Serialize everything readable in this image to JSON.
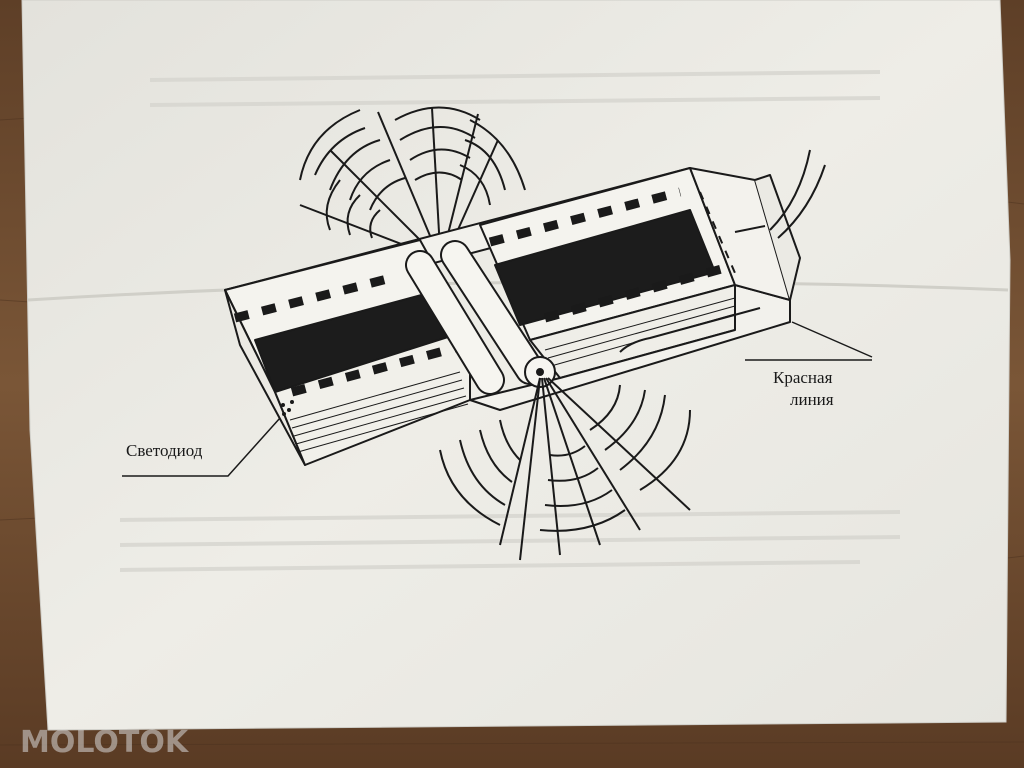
{
  "labels": {
    "led": "Светодиод",
    "red_line_1": "Красная",
    "red_line_2": "линия"
  },
  "watermark": {
    "text": "MOLOTOK"
  },
  "colors": {
    "wood": "#6b4a30",
    "paper": "#ecebe5",
    "ink": "#1a1a1a"
  }
}
